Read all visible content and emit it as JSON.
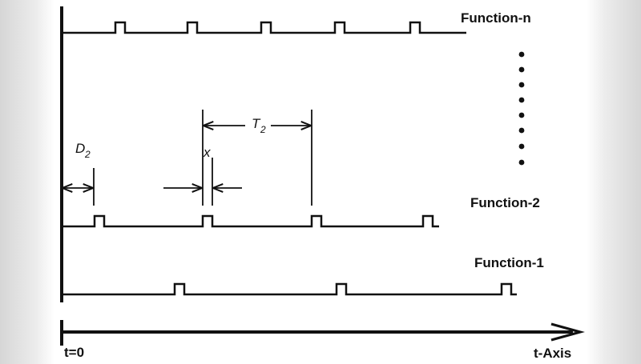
{
  "labels": {
    "function_n": "Function-n",
    "function_2": "Function-2",
    "function_1": "Function-1",
    "origin": "t=0",
    "axis": "t-Axis",
    "period_symbol": "T",
    "period_sub": "2",
    "delay_symbol": "D",
    "delay_sub": "2",
    "width_symbol": "x"
  },
  "colors": {
    "line": "#111111"
  }
}
